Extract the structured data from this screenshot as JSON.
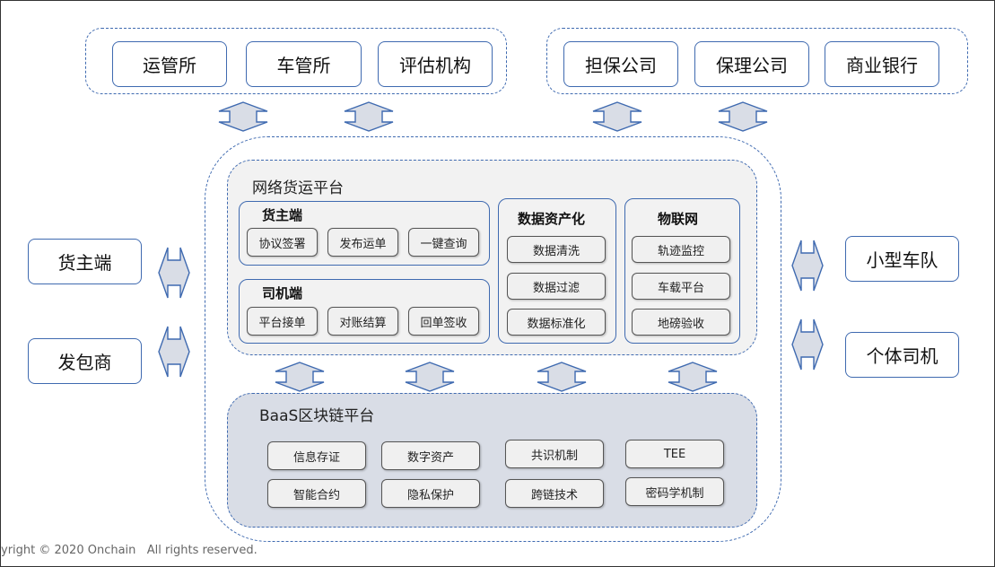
{
  "top_left_group": [
    "运管所",
    "车管所",
    "评估机构"
  ],
  "top_right_group": [
    "担保公司",
    "保理公司",
    "商业银行"
  ],
  "left_side": [
    "货主端",
    "发包商"
  ],
  "right_side": [
    "小型车队",
    "个体司机"
  ],
  "platform": {
    "title": "网络货运平台",
    "shipper": {
      "title": "货主端",
      "items": [
        "协议签署",
        "发布运单",
        "一键查询"
      ]
    },
    "driver": {
      "title": "司机端",
      "items": [
        "平台接单",
        "对账结算",
        "回单签收"
      ]
    },
    "data_assets": {
      "title": "数据资产化",
      "items": [
        "数据清洗",
        "数据过滤",
        "数据标准化"
      ]
    },
    "iot": {
      "title": "物联网",
      "items": [
        "轨迹监控",
        "车载平台",
        "地磅验收"
      ]
    }
  },
  "baas": {
    "title": "BaaS区块链平台",
    "items": [
      "信息存证",
      "数字资产",
      "共识机制",
      "TEE",
      "智能合约",
      "隐私保护",
      "跨链技术",
      "密码学机制"
    ]
  },
  "footer": "yright © 2020 Onchain   All rights reserved.",
  "colors": {
    "border": "#3f6ab0",
    "platform_bg": "#f2f2f2",
    "baas_bg": "#d9dde6",
    "arrow_fill": "#d9dde6"
  }
}
